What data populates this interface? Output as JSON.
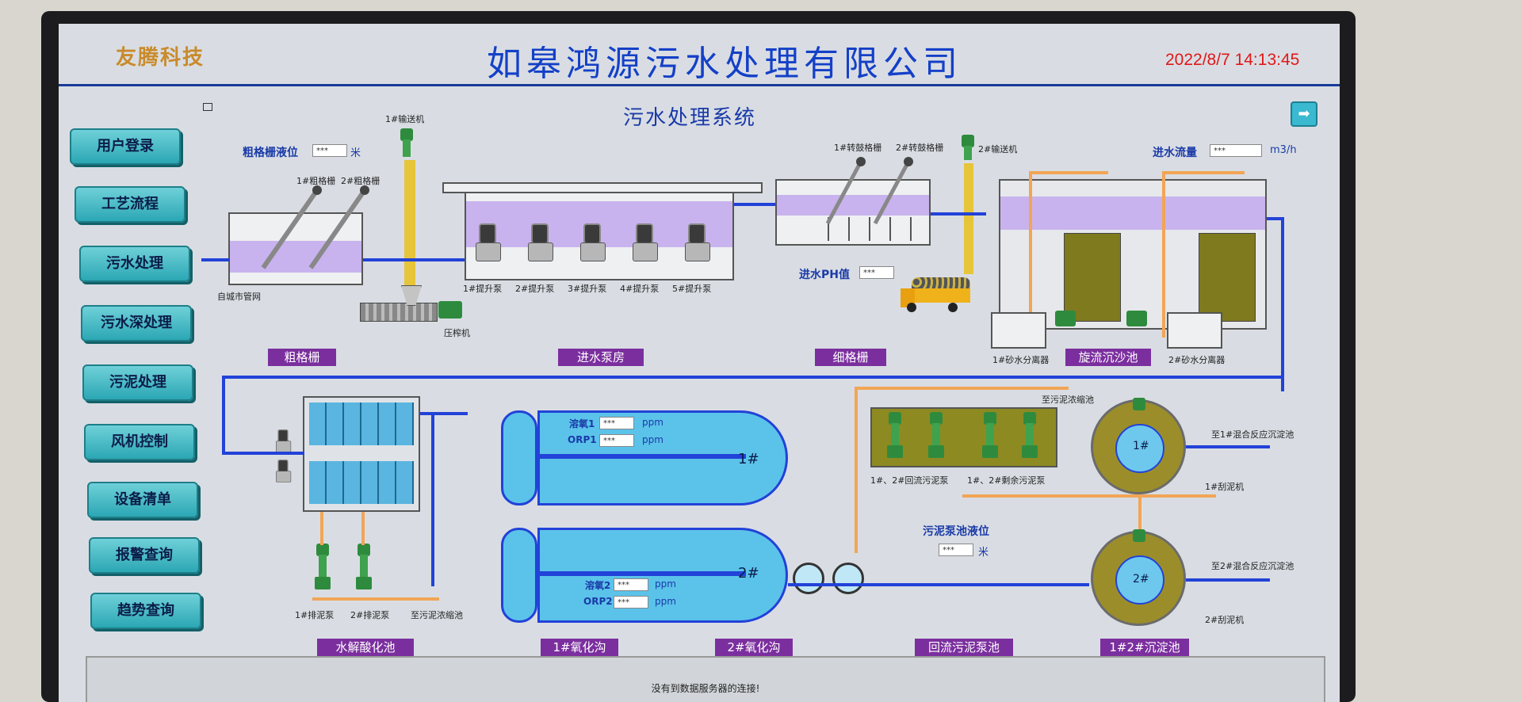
{
  "header": {
    "brand": "友腾科技",
    "company": "如皋鸿源污水处理有限公司",
    "datetime": "2022/8/7  14:13:45"
  },
  "system_title": "污水处理系统",
  "nav": [
    {
      "label": "用户登录"
    },
    {
      "label": "工艺流程"
    },
    {
      "label": "污水处理"
    },
    {
      "label": "污水深处理"
    },
    {
      "label": "污泥处理"
    },
    {
      "label": "风机控制"
    },
    {
      "label": "设备清单"
    },
    {
      "label": "报警查询"
    },
    {
      "label": "趋势查询"
    }
  ],
  "readouts": {
    "coarse_level_label": "粗格栅液位",
    "coarse_level_value": "***",
    "coarse_level_unit": "米",
    "inflow_label": "进水流量",
    "inflow_value": "***",
    "inflow_unit": "m3/h",
    "ph_label": "进水PH值",
    "ph_value": "***",
    "do1_label": "溶氧1",
    "do1_value": "***",
    "orp1_label": "ORP1",
    "orp1_value": "***",
    "do2_label": "溶氧2",
    "do2_value": "***",
    "orp2_label": "ORP2",
    "orp2_value": "***",
    "ppm": "ppm",
    "sludge_level_label": "污泥泵池液位",
    "sludge_level_value": "***",
    "sludge_level_unit": "米"
  },
  "labels": {
    "conveyor1_top": "1#输送机",
    "conveyor2": "2#输送机",
    "coarse_grid1": "1#粗格栅",
    "coarse_grid2": "2#粗格栅",
    "city_pipe": "自城市管网",
    "press": "压榨机",
    "lift_pumps": [
      "1#提升泵",
      "2#提升泵",
      "3#提升泵",
      "4#提升泵",
      "5#提升泵"
    ],
    "rot_grid1": "1#转鼓格栅",
    "rot_grid2": "2#转鼓格栅",
    "sand_sep1": "1#砂水分离器",
    "sand_sep2": "2#砂水分离器",
    "to_sludge_top": "至污泥浓缩池",
    "to_react1": "至1#混合反应沉淀池",
    "to_react2": "至2#混合反应沉淀池",
    "scraper1": "1#刮泥机",
    "scraper2": "2#刮泥机",
    "return_pump_label": "1#、2#回流污泥泵",
    "excess_pump_label": "1#、2#剩余污泥泵",
    "drain1": "1#排泥泵",
    "drain2": "2#排泥泵",
    "to_sludge_bottom": "至污泥浓缩池",
    "oxi1": "1#",
    "oxi2": "2#",
    "clar1": "1#",
    "clar2": "2#"
  },
  "sections": {
    "coarse": "粗格栅",
    "pump_house": "进水泵房",
    "fine": "细格栅",
    "grit": "旋流沉沙池",
    "hydrolysis": "水解酸化池",
    "oxi1": "1#氧化沟",
    "oxi2": "2#氧化沟",
    "return_sludge": "回流污泥泵池",
    "clarifier": "1#2#沉淀池"
  },
  "status_text": "没有到数据服务器的连接!",
  "colors": {
    "title_blue": "#1440c8",
    "datetime_red": "#e01818",
    "nav_teal": "#2ba7b4",
    "section_purple": "#7b2f9e",
    "pipe_blue": "#2242d8",
    "pipe_orange": "#f2a556"
  }
}
